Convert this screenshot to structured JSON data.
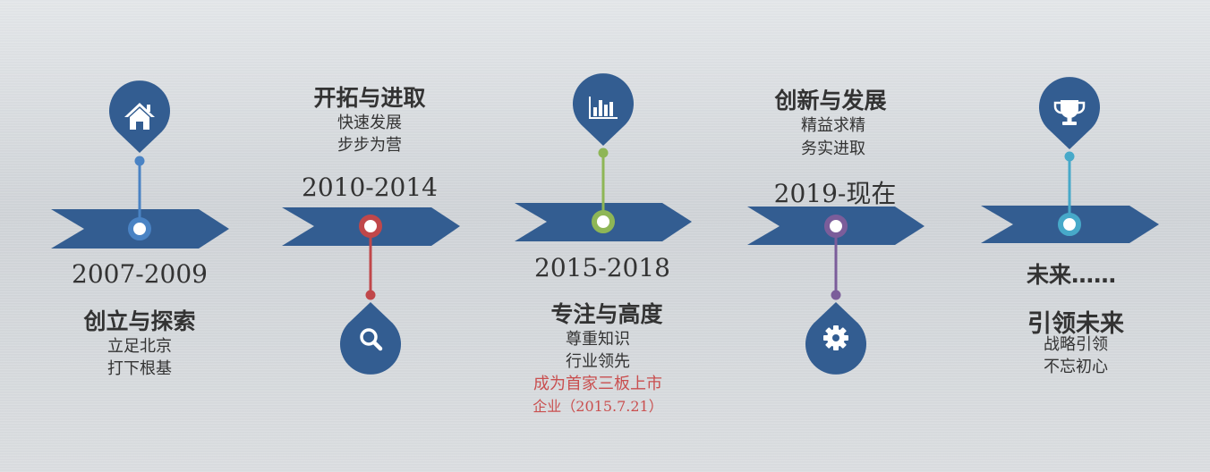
{
  "colors": {
    "banner": "#335d91",
    "pin": "#335d91",
    "connector_1": "#4a83c4",
    "connector_2": "#c0474a",
    "connector_3": "#8eb656",
    "connector_4": "#7b5d9a",
    "connector_5": "#47a9c9",
    "highlight_text": "#c94f4f"
  },
  "milestones": [
    {
      "year": "2007-2009",
      "title": "创立与探索",
      "lines": [
        "立足北京",
        "打下根基"
      ],
      "icon": "home-icon",
      "pin_position": "top"
    },
    {
      "year": "2010-2014",
      "title": "开拓与进取",
      "lines": [
        "快速发展",
        "步步为营"
      ],
      "icon": "search-icon",
      "pin_position": "bottom"
    },
    {
      "year": "2015-2018",
      "title": "专注与高度",
      "lines": [
        "尊重知识",
        "行业领先"
      ],
      "highlight_lines": [
        "成为首家三板上市",
        "企业（2015.7.21）"
      ],
      "icon": "bar-chart-icon",
      "pin_position": "top"
    },
    {
      "year": "2019-现在",
      "title": "创新与发展",
      "lines": [
        "精益求精",
        "务实进取"
      ],
      "icon": "gear-icon",
      "pin_position": "bottom"
    },
    {
      "year": "未来……",
      "title": "引领未来",
      "lines": [
        "战略引领",
        "不忘初心"
      ],
      "icon": "trophy-icon",
      "pin_position": "top"
    }
  ]
}
